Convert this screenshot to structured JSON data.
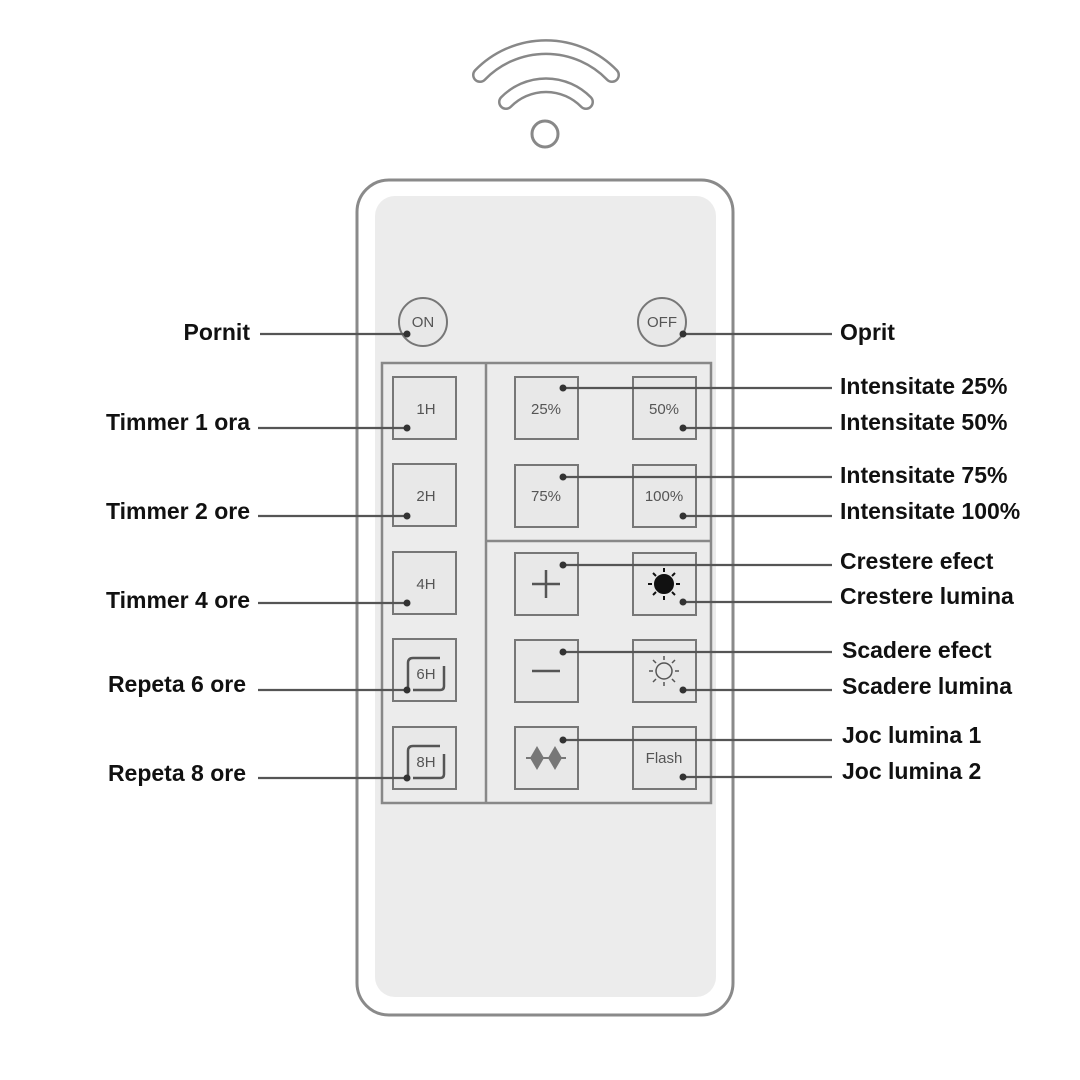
{
  "buttons": {
    "on": "ON",
    "off": "OFF",
    "h1": "1H",
    "h2": "2H",
    "h4": "4H",
    "h6": "6H",
    "h8": "8H",
    "p25": "25%",
    "p50": "50%",
    "p75": "75%",
    "p100": "100%",
    "plus": "+",
    "minus": "−",
    "flash": "Flash"
  },
  "labels": {
    "pornit": "Pornit",
    "oprit": "Oprit",
    "timmer1": "Timmer 1 ora",
    "timmer2": "Timmer 2 ore",
    "timmer4": "Timmer 4 ore",
    "repeta6": "Repeta 6 ore",
    "repeta8": "Repeta 8 ore",
    "int25": "Intensitate 25%",
    "int50": "Intensitate 50%",
    "int75": "Intensitate 75%",
    "int100": "Intensitate 100%",
    "crestere_efect": "Crestere efect",
    "crestere_lumina": "Crestere lumina",
    "scadere_efect": "Scadere efect",
    "scadere_lumina": "Scadere lumina",
    "joc1": "Joc lumina 1",
    "joc2": "Joc lumina 2"
  },
  "colors": {
    "outline": "#8a8a8a",
    "panel": "#ececec",
    "text": "#111111"
  }
}
